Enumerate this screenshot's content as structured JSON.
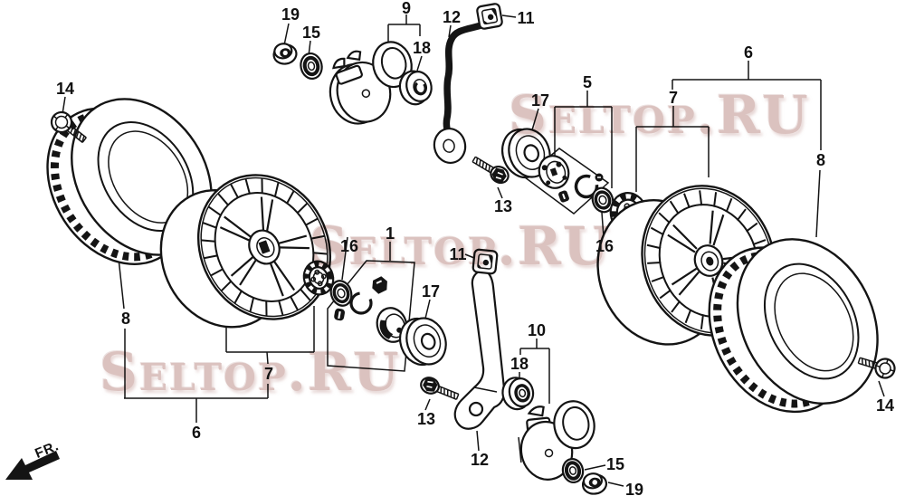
{
  "canvas": {
    "background": "#ffffff",
    "line_color": "#141414",
    "watermark_color": "#d2b3af"
  },
  "fr_label": "FR.",
  "watermarks": [
    {
      "text": "Seltop.RU"
    },
    {
      "text": "Seltop.RU"
    },
    {
      "text": "Seltop.RU"
    }
  ],
  "callouts": [
    {
      "text": "14"
    },
    {
      "text": "19"
    },
    {
      "text": "15"
    },
    {
      "text": "9"
    },
    {
      "text": "18"
    },
    {
      "text": "12"
    },
    {
      "text": "11"
    },
    {
      "text": "17"
    },
    {
      "text": "5"
    },
    {
      "text": "7"
    },
    {
      "text": "6"
    },
    {
      "text": "8"
    },
    {
      "text": "13"
    },
    {
      "text": "16"
    },
    {
      "text": "16"
    },
    {
      "text": "1"
    },
    {
      "text": "11"
    },
    {
      "text": "17"
    },
    {
      "text": "8"
    },
    {
      "text": "7"
    },
    {
      "text": "6"
    },
    {
      "text": "13"
    },
    {
      "text": "12"
    },
    {
      "text": "10"
    },
    {
      "text": "18"
    },
    {
      "text": "15"
    },
    {
      "text": "19"
    },
    {
      "text": "14"
    }
  ]
}
